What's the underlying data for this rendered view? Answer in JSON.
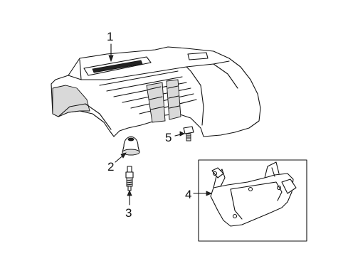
{
  "callouts": {
    "c1": "1",
    "c2": "2",
    "c3": "3",
    "c4": "4",
    "c5": "5"
  },
  "colors": {
    "line": "#111111",
    "shade": "#d9d9d9",
    "background": "#ffffff"
  }
}
